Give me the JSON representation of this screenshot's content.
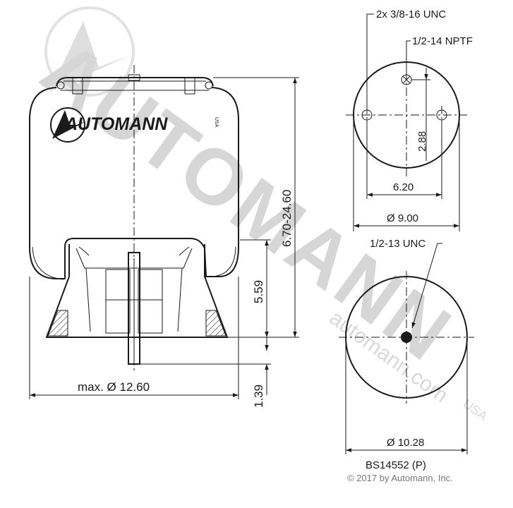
{
  "watermark": {
    "brand_text": "AUTOMANN",
    "url_text": "automann.com",
    "usa_text": "USA"
  },
  "logo": {
    "text": "AUTOMANN",
    "suffix": "USA"
  },
  "front_view": {
    "dim_height_range": "6.70-24.60",
    "dim_piston_height": "5.59",
    "dim_stud_length": "1.39",
    "dim_max_diameter": "max. Ø 12.60"
  },
  "top_plate_view": {
    "label_studs": "2x 3/8-16 UNC",
    "label_air_port": "1/2-14 NPTF",
    "dim_offset": "2.88",
    "dim_stud_spacing": "6.20",
    "dim_plate_diameter": "Ø 9.00"
  },
  "bottom_view": {
    "label_bolt": "1/2-13 UNC",
    "dim_diameter": "Ø 10.28"
  },
  "footer": {
    "part_number": "BS14552 (P)",
    "copyright": "© 2017 by Automann, Inc."
  }
}
